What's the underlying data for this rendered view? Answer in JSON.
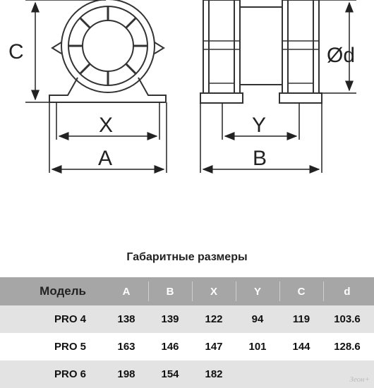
{
  "drawing": {
    "labels": {
      "C": "C",
      "X": "X",
      "A": "A",
      "Y": "Y",
      "B": "B",
      "d": "Ød"
    }
  },
  "title": "Габаритные размеры",
  "table": {
    "headers": [
      "Модель",
      "A",
      "B",
      "X",
      "Y",
      "C",
      "d"
    ],
    "rows": [
      [
        "PRO 4",
        "138",
        "139",
        "122",
        "94",
        "119",
        "103.6"
      ],
      [
        "PRO 5",
        "163",
        "146",
        "147",
        "101",
        "144",
        "128.6"
      ],
      [
        "PRO 6",
        "198",
        "154",
        "182",
        "",
        "",
        ""
      ]
    ]
  },
  "watermark": "Зеон+"
}
